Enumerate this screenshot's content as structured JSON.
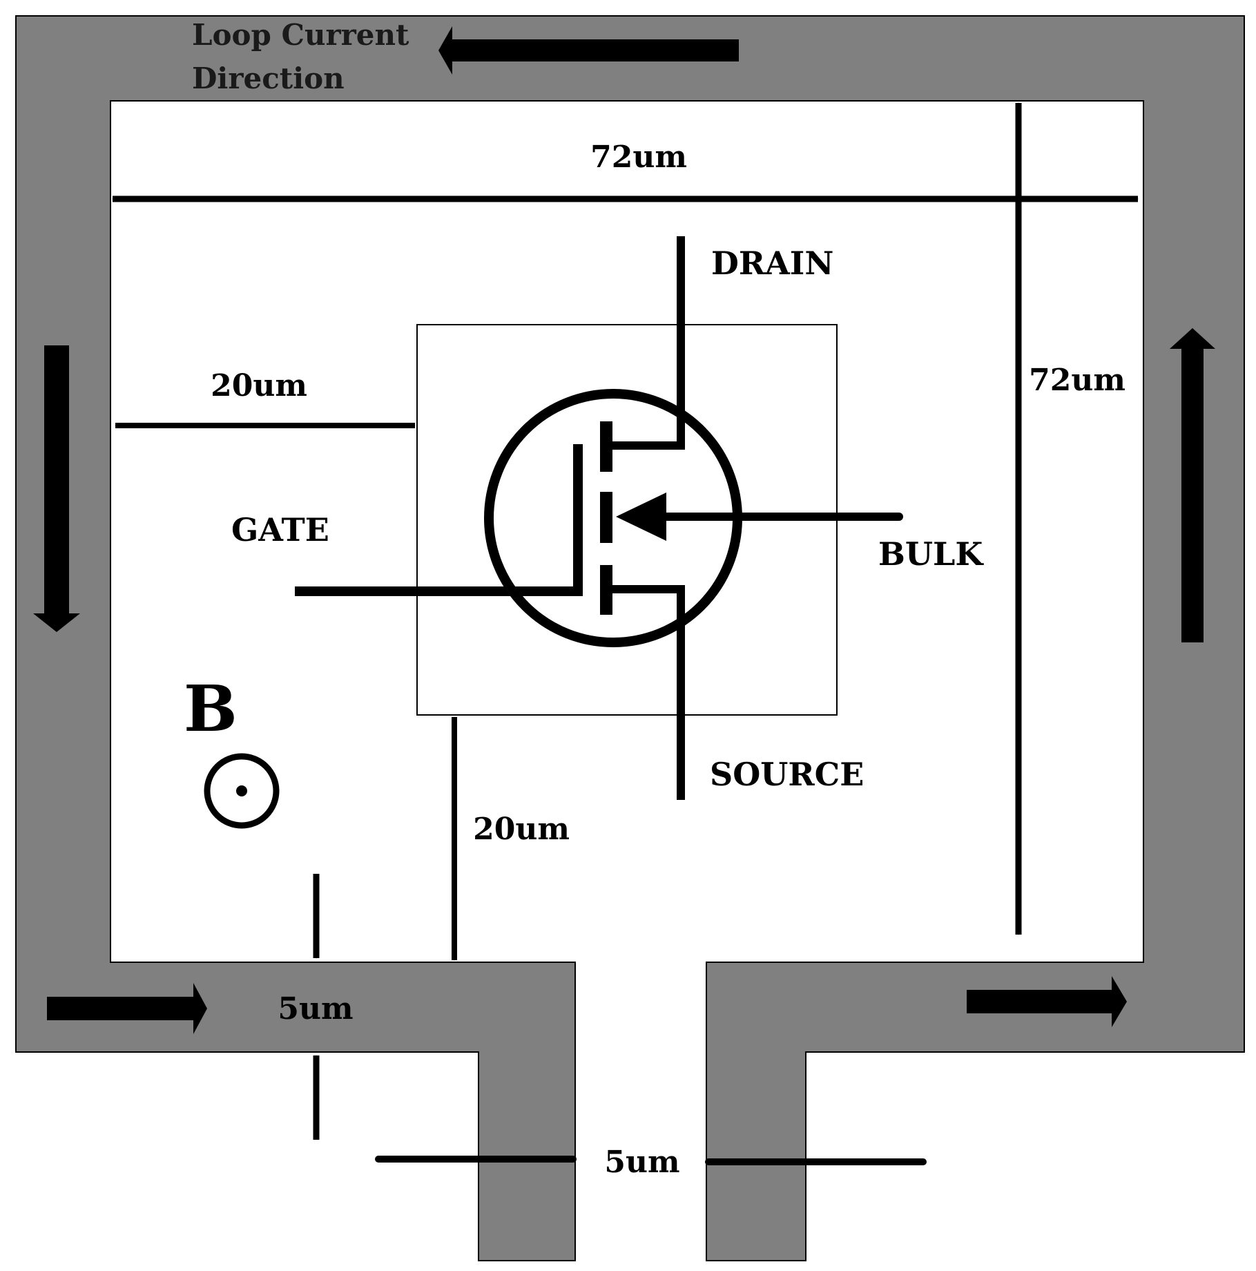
{
  "labels": {
    "loop_current_line1": "Loop Current",
    "loop_current_line2": "Direction",
    "width": "72um",
    "height": "72um",
    "left_gap": "20um",
    "bottom_gap": "20um",
    "trace_width": "5um",
    "opening_gap": "5um",
    "drain": "DRAIN",
    "gate": "GATE",
    "bulk": "BULK",
    "source": "SOURCE",
    "field": "B"
  },
  "colors": {
    "loop_metal": "#808080",
    "ink": "#000000",
    "background": "#ffffff"
  },
  "icons": {
    "mosfet": "mosfet-symbol-icon",
    "field_out_of_page": "dot-in-circle-icon"
  }
}
